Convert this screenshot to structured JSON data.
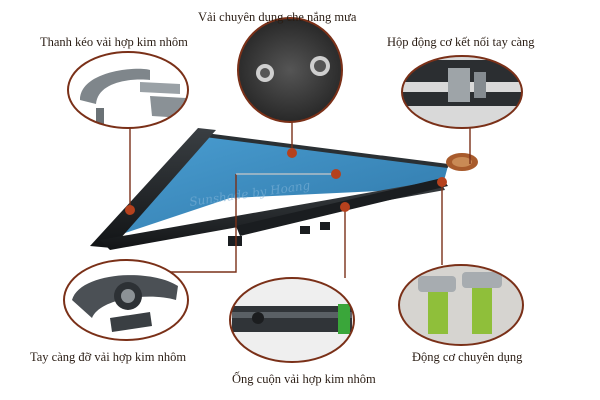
{
  "labels": {
    "fabric": "Vải chuyên dụng che nắng mưa",
    "pull_bar": "Thanh kéo vải hợp kim nhôm",
    "gear_box": "Hộp động cơ kết nối tay càng",
    "arm": "Tay càng đỡ vải hợp kim nhôm",
    "motor": "Động cơ chuyên dụng",
    "roller": "Ống cuộn vải hợp kim nhôm"
  },
  "colors": {
    "fabric": "#3d8dc0",
    "leader": "#7a3018",
    "marker": "#b5411d",
    "frame": "#1f2326"
  }
}
